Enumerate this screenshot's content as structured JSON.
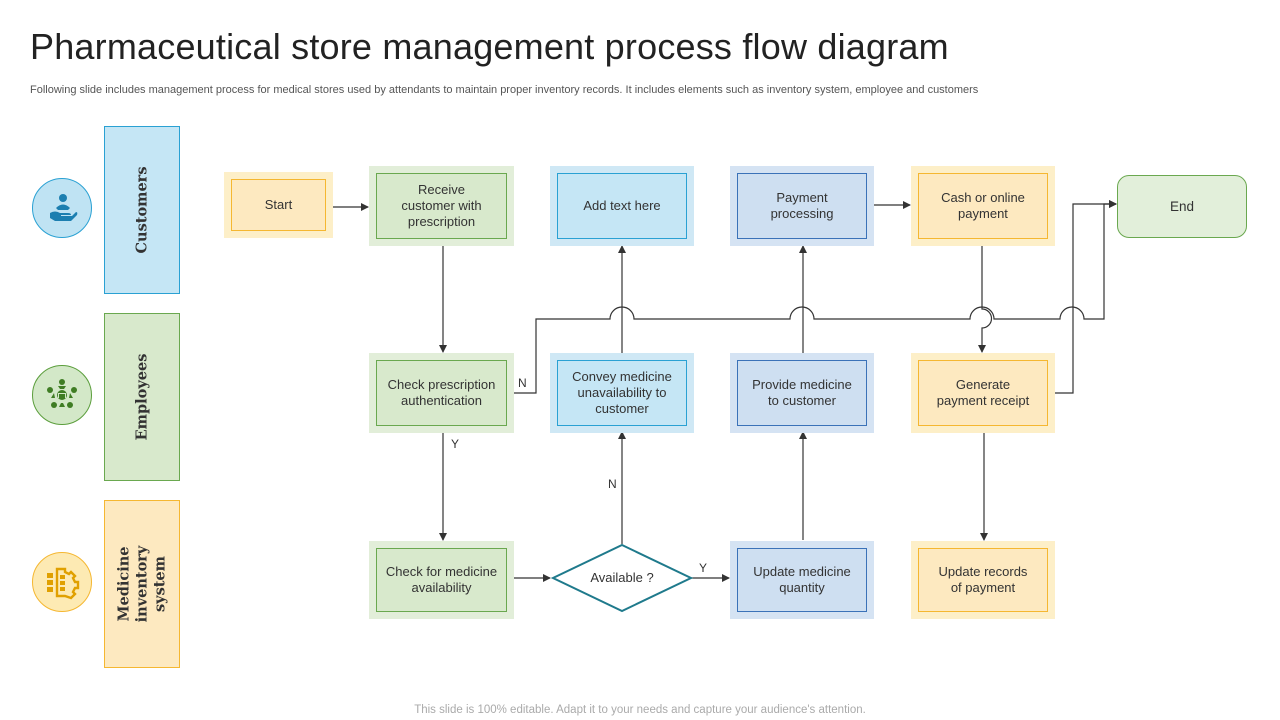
{
  "header": {
    "title": "Pharmaceutical store management process flow diagram",
    "subtitle": "Following slide includes management process for medical stores used by attendants to maintain proper inventory records. It includes elements such as inventory system, employee and customers"
  },
  "lanes": [
    {
      "label": "Customers",
      "icon": "customer-care-icon",
      "color": "#2aa1d3"
    },
    {
      "label": "Employees",
      "icon": "team-icon",
      "color": "#5b9e3c"
    },
    {
      "label": "Medicine inventory\nsystem",
      "icon": "inventory-system-icon",
      "color": "#f5b731"
    }
  ],
  "nodes": {
    "start": "Start",
    "receive": "Receive\ncustomer with\nprescription",
    "add_text": "Add text here",
    "payment_processing": "Payment\nprocessing",
    "cash_online": "Cash or online\npayment",
    "end": "End",
    "check_prescription": "Check prescription\nauthentication",
    "convey": "Convey  medicine\nunavailability  to\ncustomer",
    "provide": "Provide  medicine\nto customer",
    "generate": "Generate\npayment receipt",
    "check_availability": "Check for medicine\navailability",
    "available": "Available  ?",
    "update_quantity": "Update medicine\nquantity",
    "update_records": "Update records\nof payment"
  },
  "edge_labels": {
    "auth_no": "N",
    "auth_yes": "Y",
    "avail_no": "N",
    "avail_yes": "Y"
  },
  "colors": {
    "yellow": "#f5b731",
    "green": "#6aa84f",
    "light_blue": "#2aa1d3",
    "blue": "#3b72b8",
    "diamond": "#1f7a8c",
    "connector": "#333333"
  },
  "footer": "This slide is 100% editable. Adapt it to your needs and capture your audience's attention."
}
